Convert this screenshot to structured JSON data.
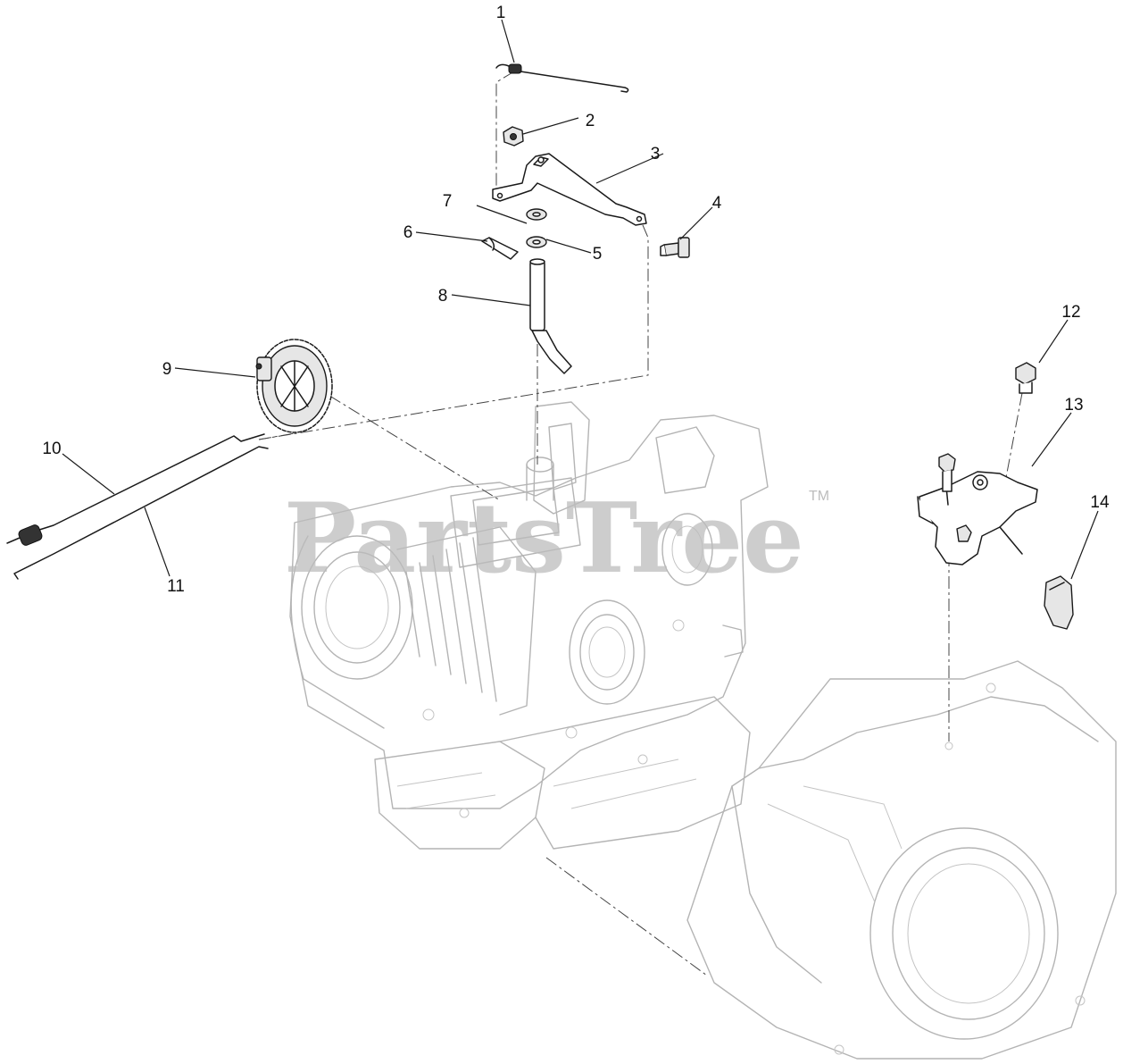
{
  "watermark": {
    "text": "PartsTree",
    "trademark": "TM"
  },
  "callouts": [
    "1",
    "2",
    "3",
    "4",
    "5",
    "6",
    "7",
    "8",
    "9",
    "10",
    "11",
    "12",
    "13",
    "14"
  ]
}
